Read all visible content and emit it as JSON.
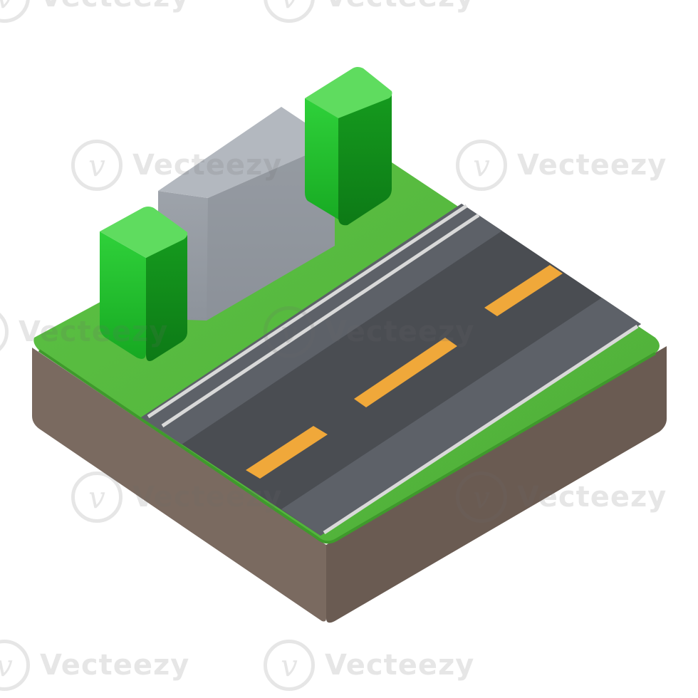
{
  "image": {
    "subject": "isometric-road-tile",
    "watermark_text": "Vecteezy"
  },
  "colors": {
    "background": "#ffffff",
    "soil_left": "#7a6a60",
    "soil_right": "#6a5b52",
    "grass": "#5cc040",
    "grass_dark": "#4aa234",
    "asphalt": "#4a4d52",
    "asphalt_lane": "#5b5f66",
    "lane_white": "#dcdcdc",
    "lane_yellow": "#f0a83a",
    "building_grey": "#9aa0a8",
    "building_grey_side": "#7f858d",
    "tower_green": "#22c12c",
    "tower_green_side": "#139b1d"
  },
  "elements": {
    "tile": "soil-base",
    "ground": "grass-top",
    "road": "asphalt-road",
    "building": "grey-building",
    "towers": [
      "left-green-tower",
      "right-green-tower"
    ]
  }
}
